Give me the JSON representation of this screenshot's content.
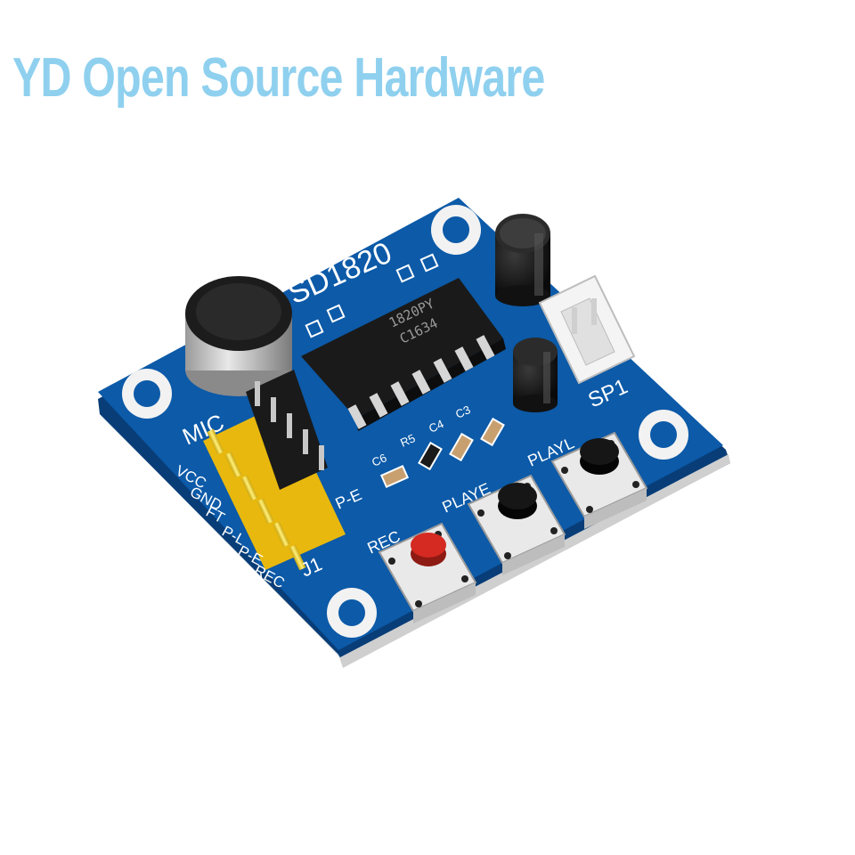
{
  "watermark": {
    "text": "YD Open Source Hardware",
    "color": "#8fd0ef"
  },
  "board": {
    "title": "SD1820",
    "chip": {
      "line1": "1820PY",
      "line2": "C1634"
    },
    "header_pins": [
      "VCC",
      "GND",
      "FT",
      "P-L",
      "P-E",
      "REC"
    ],
    "header_label": "J1",
    "jumper_label": "P-E",
    "mic_label": "MIC",
    "speaker_label": "SP1",
    "buttons": [
      {
        "label": "REC",
        "cap_color": "#d42a22"
      },
      {
        "label": "PLAYE",
        "cap_color": "#161616"
      },
      {
        "label": "PLAYL",
        "cap_color": "#161616"
      }
    ],
    "components": [
      "C6",
      "R5",
      "C4",
      "C3"
    ],
    "colors": {
      "pcb": "#0c5aa8",
      "pcb_edge": "#083d77",
      "header": "#f2cc1c",
      "silkscreen": "#ffffff"
    }
  }
}
